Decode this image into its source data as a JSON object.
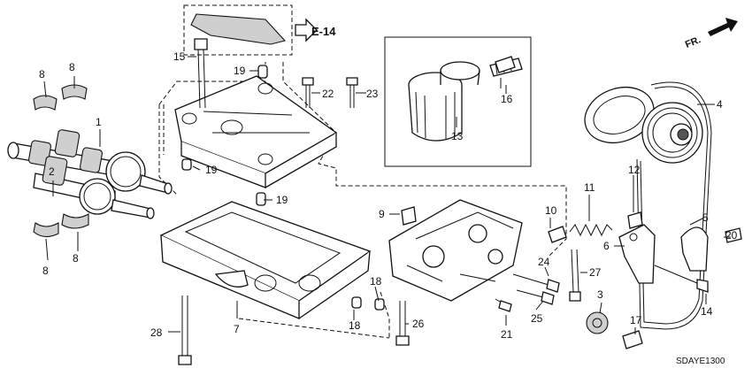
{
  "diagram": {
    "reference_code": "E-14",
    "direction_label": "FR.",
    "catalog_code": "SDAYE1300",
    "callouts": {
      "c1": "1",
      "c2": "2",
      "c3": "3",
      "c4": "4",
      "c5": "5",
      "c6": "6",
      "c7": "7",
      "c8a": "8",
      "c8b": "8",
      "c8c": "8",
      "c8d": "8",
      "c9": "9",
      "c10": "10",
      "c11": "11",
      "c12": "12",
      "c13": "13",
      "c14": "14",
      "c15": "15",
      "c16": "16",
      "c17": "17",
      "c18a": "18",
      "c18b": "18",
      "c19a": "19",
      "c19b": "19",
      "c19c": "19",
      "c20": "20",
      "c21": "21",
      "c22": "22",
      "c23": "23",
      "c24": "24",
      "c25": "25",
      "c26": "26",
      "c27": "27",
      "c28": "28"
    }
  }
}
